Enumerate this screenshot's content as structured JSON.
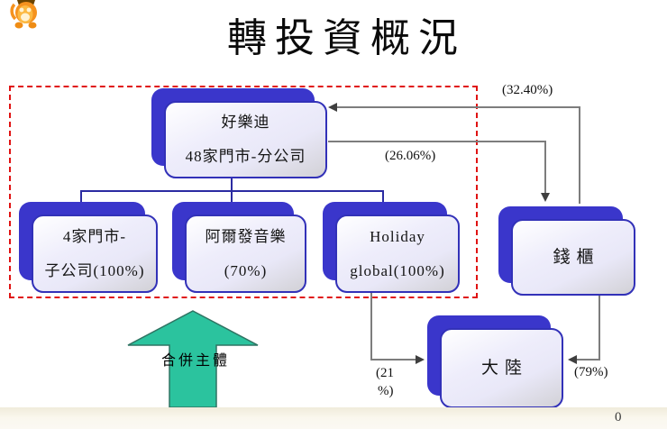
{
  "slide": {
    "title": "轉投資概況",
    "page_number": "0"
  },
  "nodes": {
    "haoledi": {
      "line1": "好樂迪",
      "line2": "48家門市-分公司"
    },
    "stores4": {
      "line1": "4家門市-",
      "line2": "子公司(100%)"
    },
    "arfa": {
      "line1": "阿爾發音樂",
      "line2": "(70%)"
    },
    "holiday": {
      "line1": "Holiday",
      "line2": "global(100%)"
    },
    "cashbox": {
      "label": "錢櫃"
    },
    "mainland": {
      "label": "大陸"
    }
  },
  "edges": {
    "cashbox_to_haoledi": {
      "label": "(32.40%)"
    },
    "haoledi_to_cashbox": {
      "label": "(26.06%)"
    },
    "holiday_to_mainland": {
      "label_line1": "(21",
      "label_line2": "%)"
    },
    "cashbox_to_mainland": {
      "label": "(79%)"
    }
  },
  "annotations": {
    "merge_entity": "合併主體"
  },
  "icons": {
    "mascot": "tiger-cub-mascot"
  },
  "colors": {
    "box_blue": "#3a36cb",
    "box_border_blue": "#3231b8",
    "tree_line_blue": "#2b2ba2",
    "arrow_gray": "#7d7d7d",
    "dashed_border_red": "#e01212",
    "merge_arrow_green": "#2bc39e"
  }
}
